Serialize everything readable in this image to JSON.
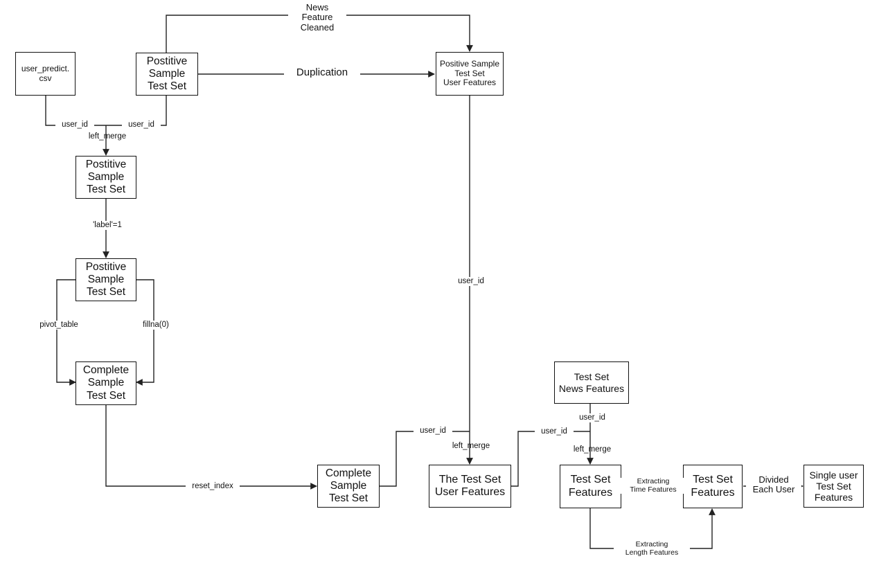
{
  "nodes": {
    "user_predict": "user_predict.\ncsv",
    "pos_test_top": "Postitive\nSample\nTest Set",
    "pos_user_features": "Positive Sample\nTest Set\nUser Features",
    "pos_test_merged": "Postitive\nSample\nTest Set",
    "pos_test_labeled": "Postitive\nSample\nTest Set",
    "complete_left": "Complete\nSample\nTest Set",
    "complete_mid": "Complete\nSample\nTest Set",
    "test_user_features": "The Test Set\nUser Features",
    "test_news_features": "Test Set\nNews Features",
    "test_features_a": "Test Set\nFeatures",
    "test_features_b": "Test Set\nFeatures",
    "single_user": "Single user\nTest Set\nFeatures"
  },
  "edge_labels": {
    "news_feature_cleaned": "News\nFeature\nCleaned",
    "duplication": "Duplication",
    "user_id_left": "user_id",
    "user_id_right": "user_id",
    "left_merge_1": "left_merge",
    "label_1": "'label'=1",
    "pivot_table": "pivot_table",
    "fillna": "fillna(0)",
    "reset_index": "reset_index",
    "user_id_long": "user_id",
    "user_id_mid": "user_id",
    "left_merge_2": "left_merge",
    "user_id_feat": "user_id",
    "user_id_news": "user_id",
    "left_merge_3": "left_merge",
    "extracting_time": "Extracting\nTime Features",
    "extracting_length": "Extracting\nLength Features",
    "divided_each_user": "Divided\nEach User"
  }
}
